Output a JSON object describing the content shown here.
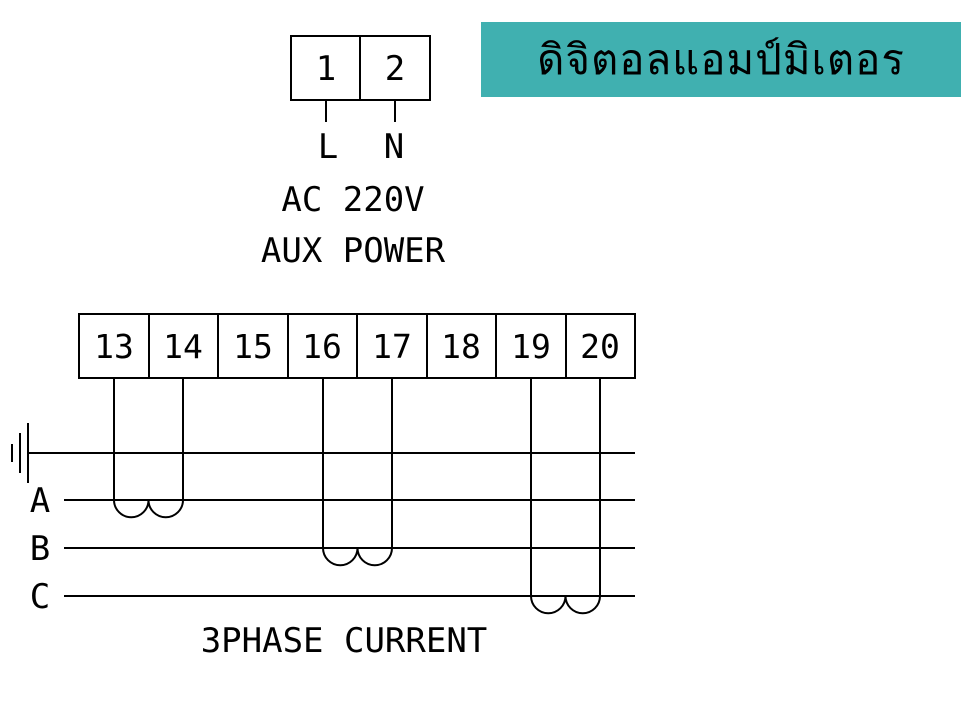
{
  "colors": {
    "title_background": "#40b0b0",
    "line": "#000000",
    "background": "#ffffff"
  },
  "title": "ดิจิตอลแอมป์มิเตอร",
  "aux_terminals": [
    {
      "number": "1",
      "signal": "L"
    },
    {
      "number": "2",
      "signal": "N"
    }
  ],
  "aux_label_line1": "AC 220V",
  "aux_label_line2": "AUX POWER",
  "current_terminals": [
    "13",
    "14",
    "15",
    "16",
    "17",
    "18",
    "19",
    "20"
  ],
  "phase_labels": [
    "A",
    "B",
    "C"
  ],
  "ground_symbol": "ground-icon",
  "bottom_label": "3PHASE CURRENT"
}
